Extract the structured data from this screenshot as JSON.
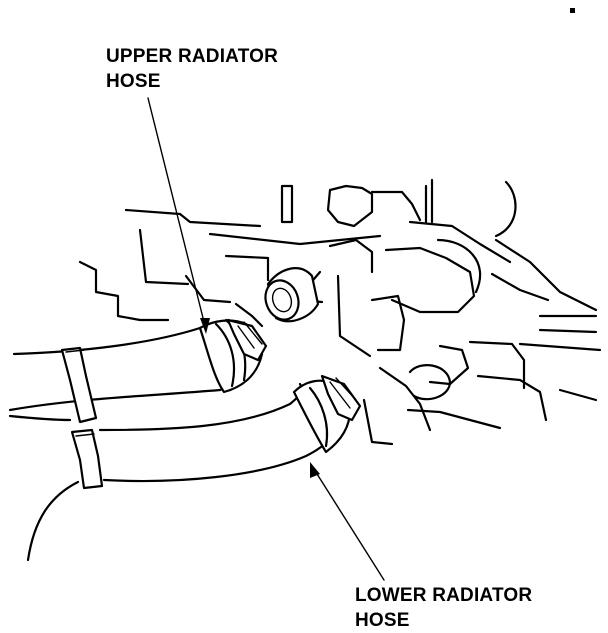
{
  "labels": {
    "upper_line1": "UPPER RADIATOR",
    "upper_line2": "HOSE",
    "lower_line1": "LOWER RADIATOR",
    "lower_line2": "HOSE"
  },
  "colors": {
    "ink": "#000000",
    "background": "#ffffff"
  }
}
